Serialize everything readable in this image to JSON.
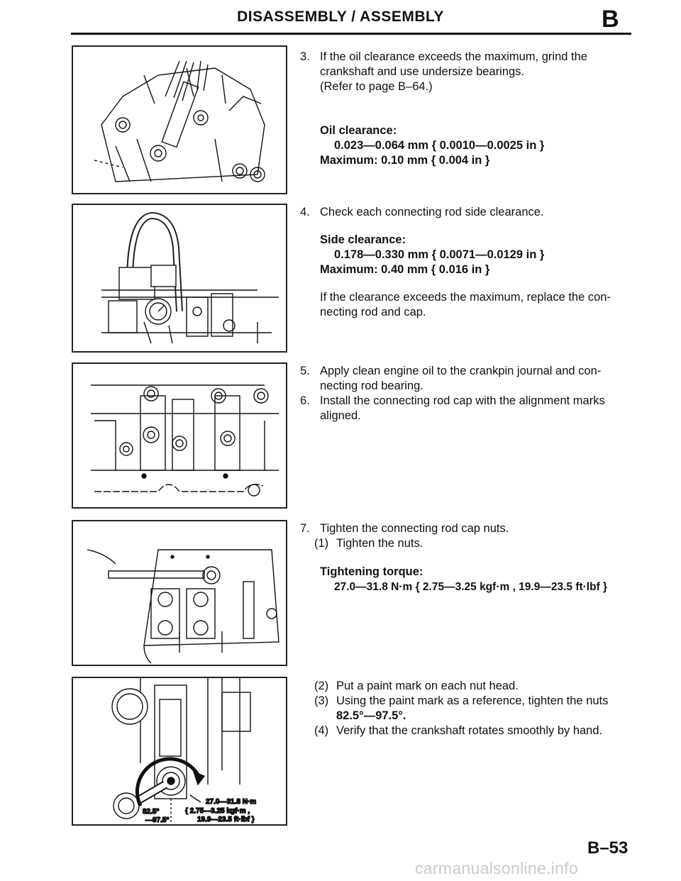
{
  "header": {
    "title": "DISASSEMBLY / ASSEMBLY",
    "section_letter": "B"
  },
  "figure5": {
    "torque_line1": "27.0—31.8 N·m",
    "torque_line2": "{ 2.75—3.25 kgf·m ,",
    "torque_line3": "19.9—23.5 ft·lbf }",
    "angle_line1": "82.5°",
    "angle_line2": "—97.5°"
  },
  "step3": {
    "number": "3.",
    "text_lines": [
      "If the oil clearance exceeds the maximum, grind the",
      "crankshaft and use undersize bearings.",
      "(Refer to page B–64.)"
    ],
    "spec_label": "Oil clearance:",
    "spec_value": "0.023—0.064 mm { 0.0010—0.0025 in }",
    "spec_max": "Maximum: 0.10 mm { 0.004 in }"
  },
  "step4": {
    "number": "4.",
    "text": "Check each connecting rod side clearance.",
    "spec_label": "Side clearance:",
    "spec_value": "0.178—0.330 mm { 0.0071—0.0129 in }",
    "spec_max": "Maximum: 0.40 mm { 0.016 in }",
    "note_lines": [
      "If the clearance exceeds the maximum, replace the con-",
      "necting rod and cap."
    ]
  },
  "step5": {
    "number": "5.",
    "text_lines": [
      "Apply clean engine oil to the crankpin journal and con-",
      "necting rod bearing."
    ]
  },
  "step6": {
    "number": "6.",
    "text_lines": [
      "Install the connecting rod cap with the alignment marks",
      "aligned."
    ]
  },
  "step7": {
    "number": "7.",
    "text": "Tighten the connecting rod cap nuts.",
    "sub1_num": "(1)",
    "sub1_text": "Tighten the nuts.",
    "spec_label": "Tightening torque:",
    "spec_value": "27.0—31.8 N·m { 2.75—3.25 kgf·m , 19.9—23.5 ft·lbf }",
    "sub2_num": "(2)",
    "sub2_text": "Put a paint mark on each nut head.",
    "sub3_num": "(3)",
    "sub3_text_lines": [
      "Using the paint mark as a reference, tighten the nuts",
      "82.5°—97.5°."
    ],
    "sub4_num": "(4)",
    "sub4_text": "Verify that the crankshaft rotates smoothly by hand."
  },
  "footer": {
    "page_number": "B–53",
    "watermark": "carmanualsonline.info"
  }
}
